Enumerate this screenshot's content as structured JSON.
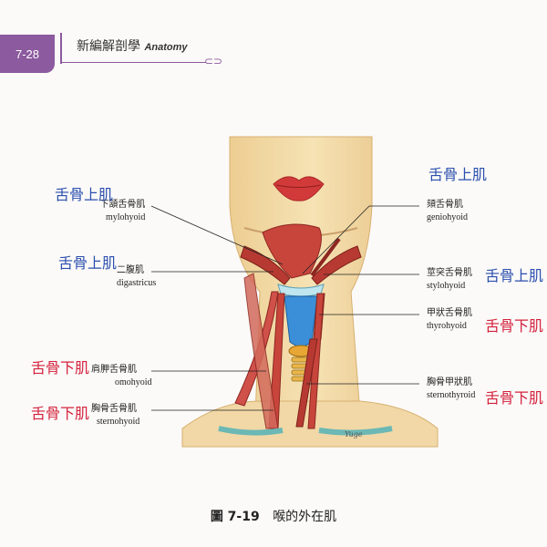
{
  "header": {
    "page_number": "7-28",
    "book_title_zh": "新編解剖學",
    "book_title_en": "Anatomy"
  },
  "figure": {
    "number": "圖 7-19",
    "title": "喉的外在肌",
    "artist_signature": "Yuge"
  },
  "labels": [
    {
      "id": "mylohyoid",
      "zh": "下頷舌骨肌",
      "la": "mylohyoid",
      "note": "舌骨上肌",
      "note_color": "#2b4fae"
    },
    {
      "id": "digastricus",
      "zh": "二腹肌",
      "la": "digastricus",
      "note": "舌骨上肌",
      "note_color": "#2b4fae"
    },
    {
      "id": "omohyoid",
      "zh": "肩胛舌骨肌",
      "la": "omohyoid",
      "note": "舌骨下肌",
      "note_color": "#d4213d"
    },
    {
      "id": "sternohyoid",
      "zh": "胸骨舌骨肌",
      "la": "sternohyoid",
      "note": "舌骨下肌",
      "note_color": "#d4213d"
    },
    {
      "id": "geniohyoid",
      "zh": "頦舌骨肌",
      "la": "geniohyoid",
      "note": "舌骨上肌",
      "note_color": "#2b4fae"
    },
    {
      "id": "stylohyoid",
      "zh": "莖突舌骨肌",
      "la": "stylohyoid",
      "note": "舌骨上肌",
      "note_color": "#2b4fae"
    },
    {
      "id": "thyrohyoid",
      "zh": "甲狀舌骨肌",
      "la": "thyrohyoid",
      "note": "舌骨下肌",
      "note_color": "#d4213d"
    },
    {
      "id": "sternothyroid",
      "zh": "胸骨甲狀肌",
      "la": "sternothyroid",
      "note": "舌骨下肌",
      "note_color": "#d4213d"
    }
  ],
  "colors": {
    "accent": "#8c5a9e",
    "skin": "#f3d9a0",
    "muscle": "#c8453c",
    "cartilage": "#3a8fd8"
  }
}
